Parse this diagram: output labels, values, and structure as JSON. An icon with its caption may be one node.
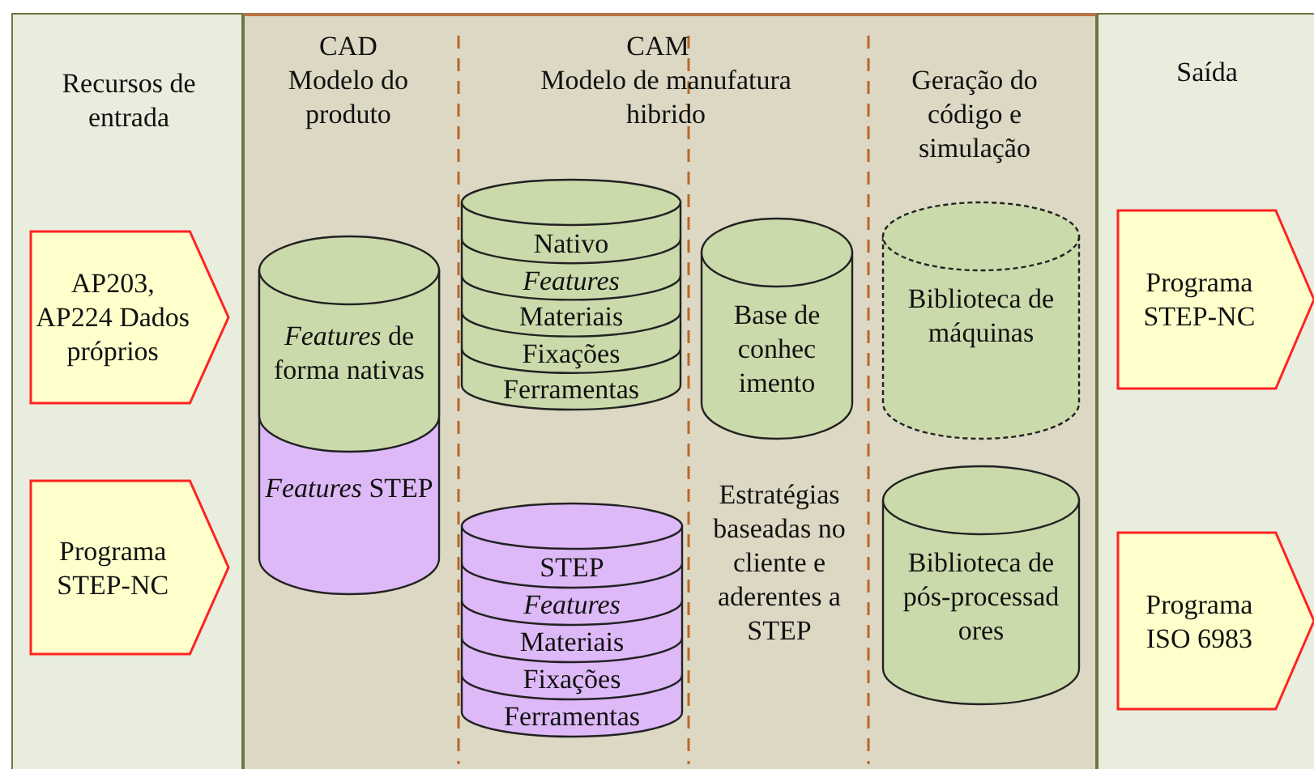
{
  "diagram": {
    "nodes": [
      {
        "text": [
          "Recursos de entrada"
        ]
      },
      {
        "text": [
          "AP203, AP224 Dados próprios"
        ],
        "in": 0
      },
      {
        "text": [
          "Programa STEP-NC"
        ],
        "in": 0
      },
      {
        "text": [
          "CAD",
          "Modelo do produto",
          "CAM",
          "Modelo de manufatura hibrido",
          "Geração do código e simulação"
        ]
      },
      {
        "text": [
          "*Features* de forma nativas",
          "*Features* STEP"
        ],
        "in": 3
      },
      {
        "text": [
          "Nativo",
          "Features",
          "Materiais",
          "Fixações",
          "Ferramentas"
        ],
        "in": 3
      },
      {
        "text": [
          "STEP",
          "Features",
          "Materiais",
          "Fixações",
          "Ferramentas"
        ],
        "in": 3
      },
      {
        "text": [
          "Base de conhec imento"
        ],
        "in": 3
      },
      {
        "text": [
          "Biblioteca de máquinas"
        ],
        "in": 3
      },
      {
        "text": [
          "Biblioteca de pós-processad ores"
        ],
        "in": 3
      },
      {
        "text": [
          "Saída"
        ]
      },
      {
        "text": [
          "Programa STEP-NC"
        ],
        "in": 10
      },
      {
        "text": [
          "Programa ISO 6983"
        ],
        "in": 10
      }
    ],
    "labels": [
      "Estratégias baseadas no cliente e aderentes a STEP"
    ]
  }
}
